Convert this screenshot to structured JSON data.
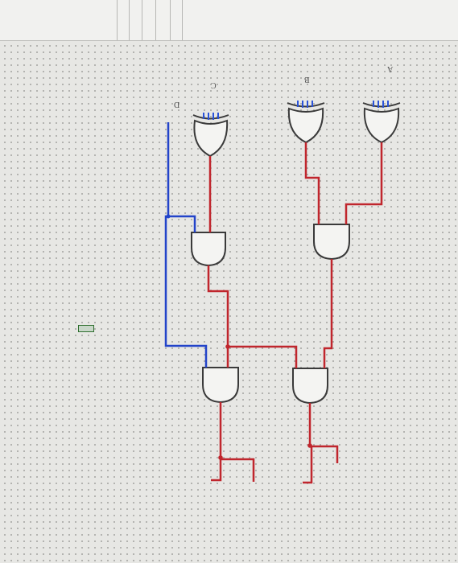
{
  "pins": {
    "a": "A",
    "b": "B",
    "c": "C",
    "d": "D"
  },
  "colors": {
    "wire_active": "#c0262d",
    "wire_input": "#2344c9",
    "gate_outline": "#3a3a3a",
    "pin_inputs": "#2952d9"
  }
}
